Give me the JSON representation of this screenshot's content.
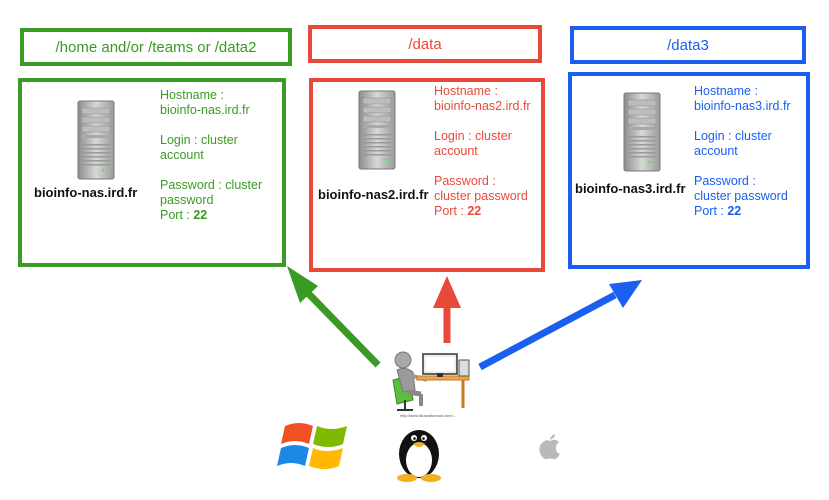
{
  "colors": {
    "green": "#3a9a23",
    "red": "#e9493a",
    "blue": "#1a5ff0"
  },
  "servers": [
    {
      "mount": "/home and/or /teams or /data2",
      "name": "bioinfo-nas.ird.fr",
      "hostname_label": "Hostname :",
      "hostname_value": "bioinfo-nas.ird.fr",
      "login_label": "Login : cluster",
      "login_value": "account",
      "password_label": "Password : cluster",
      "password_value": "password",
      "port_label": "Port : ",
      "port_value": "22"
    },
    {
      "mount": "/data",
      "name": "bioinfo-nas2.ird.fr",
      "hostname_label": "Hostname :",
      "hostname_value": "bioinfo-nas2.ird.fr",
      "login_label": "Login : cluster",
      "login_value": "account",
      "password_label": "Password :",
      "password_value": "cluster password",
      "port_label": "Port : ",
      "port_value": "22"
    },
    {
      "mount": "/data3",
      "name": "bioinfo-nas3.ird.fr",
      "hostname_label": "Hostname :",
      "hostname_value": "bioinfo-nas3.ird.fr",
      "login_label": "Login : cluster",
      "login_value": "account",
      "password_label": "Password :",
      "password_value": "cluster password",
      "port_label": "Port : ",
      "port_value": "22"
    }
  ],
  "user": {
    "icon": "user-at-computer-icon",
    "caption": "http://www.illustrationsof.com/..."
  },
  "os": [
    "windows-logo-icon",
    "linux-tux-icon",
    "apple-logo-icon"
  ]
}
